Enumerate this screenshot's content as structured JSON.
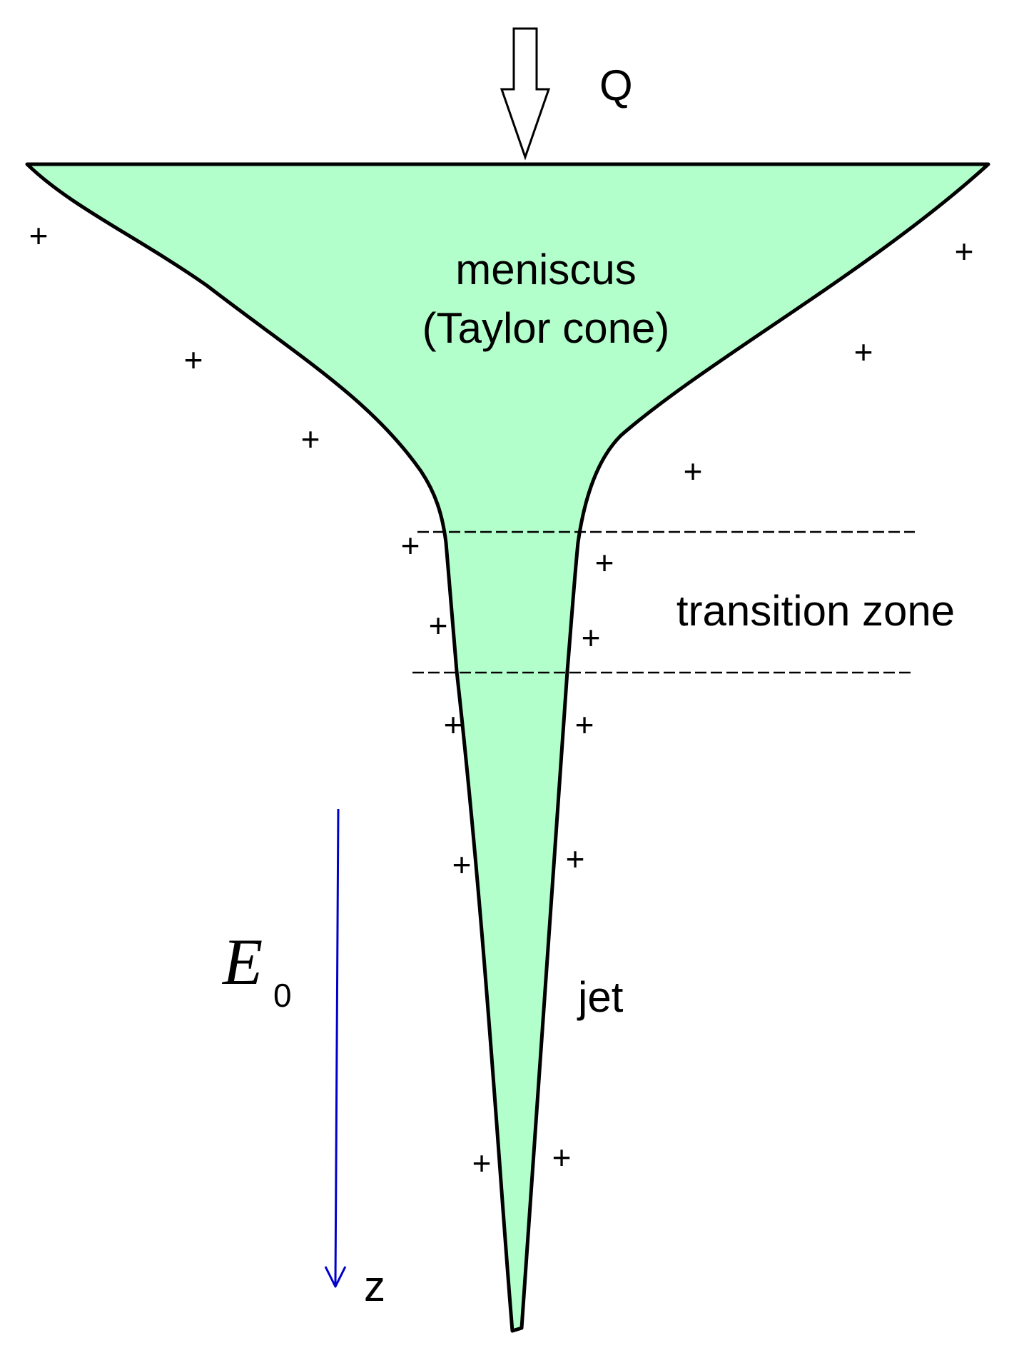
{
  "labels": {
    "flow": "Q",
    "meniscus_line1": "meniscus",
    "meniscus_line2": "(Taylor cone)",
    "transition": "transition zone",
    "jet": "jet",
    "field_symbol": "E",
    "field_subscript": "0",
    "axis": "z",
    "charge": "+"
  },
  "colors": {
    "fluid_fill": "#b3ffcc",
    "outline": "#000000",
    "field_arrow": "#0000cc"
  }
}
